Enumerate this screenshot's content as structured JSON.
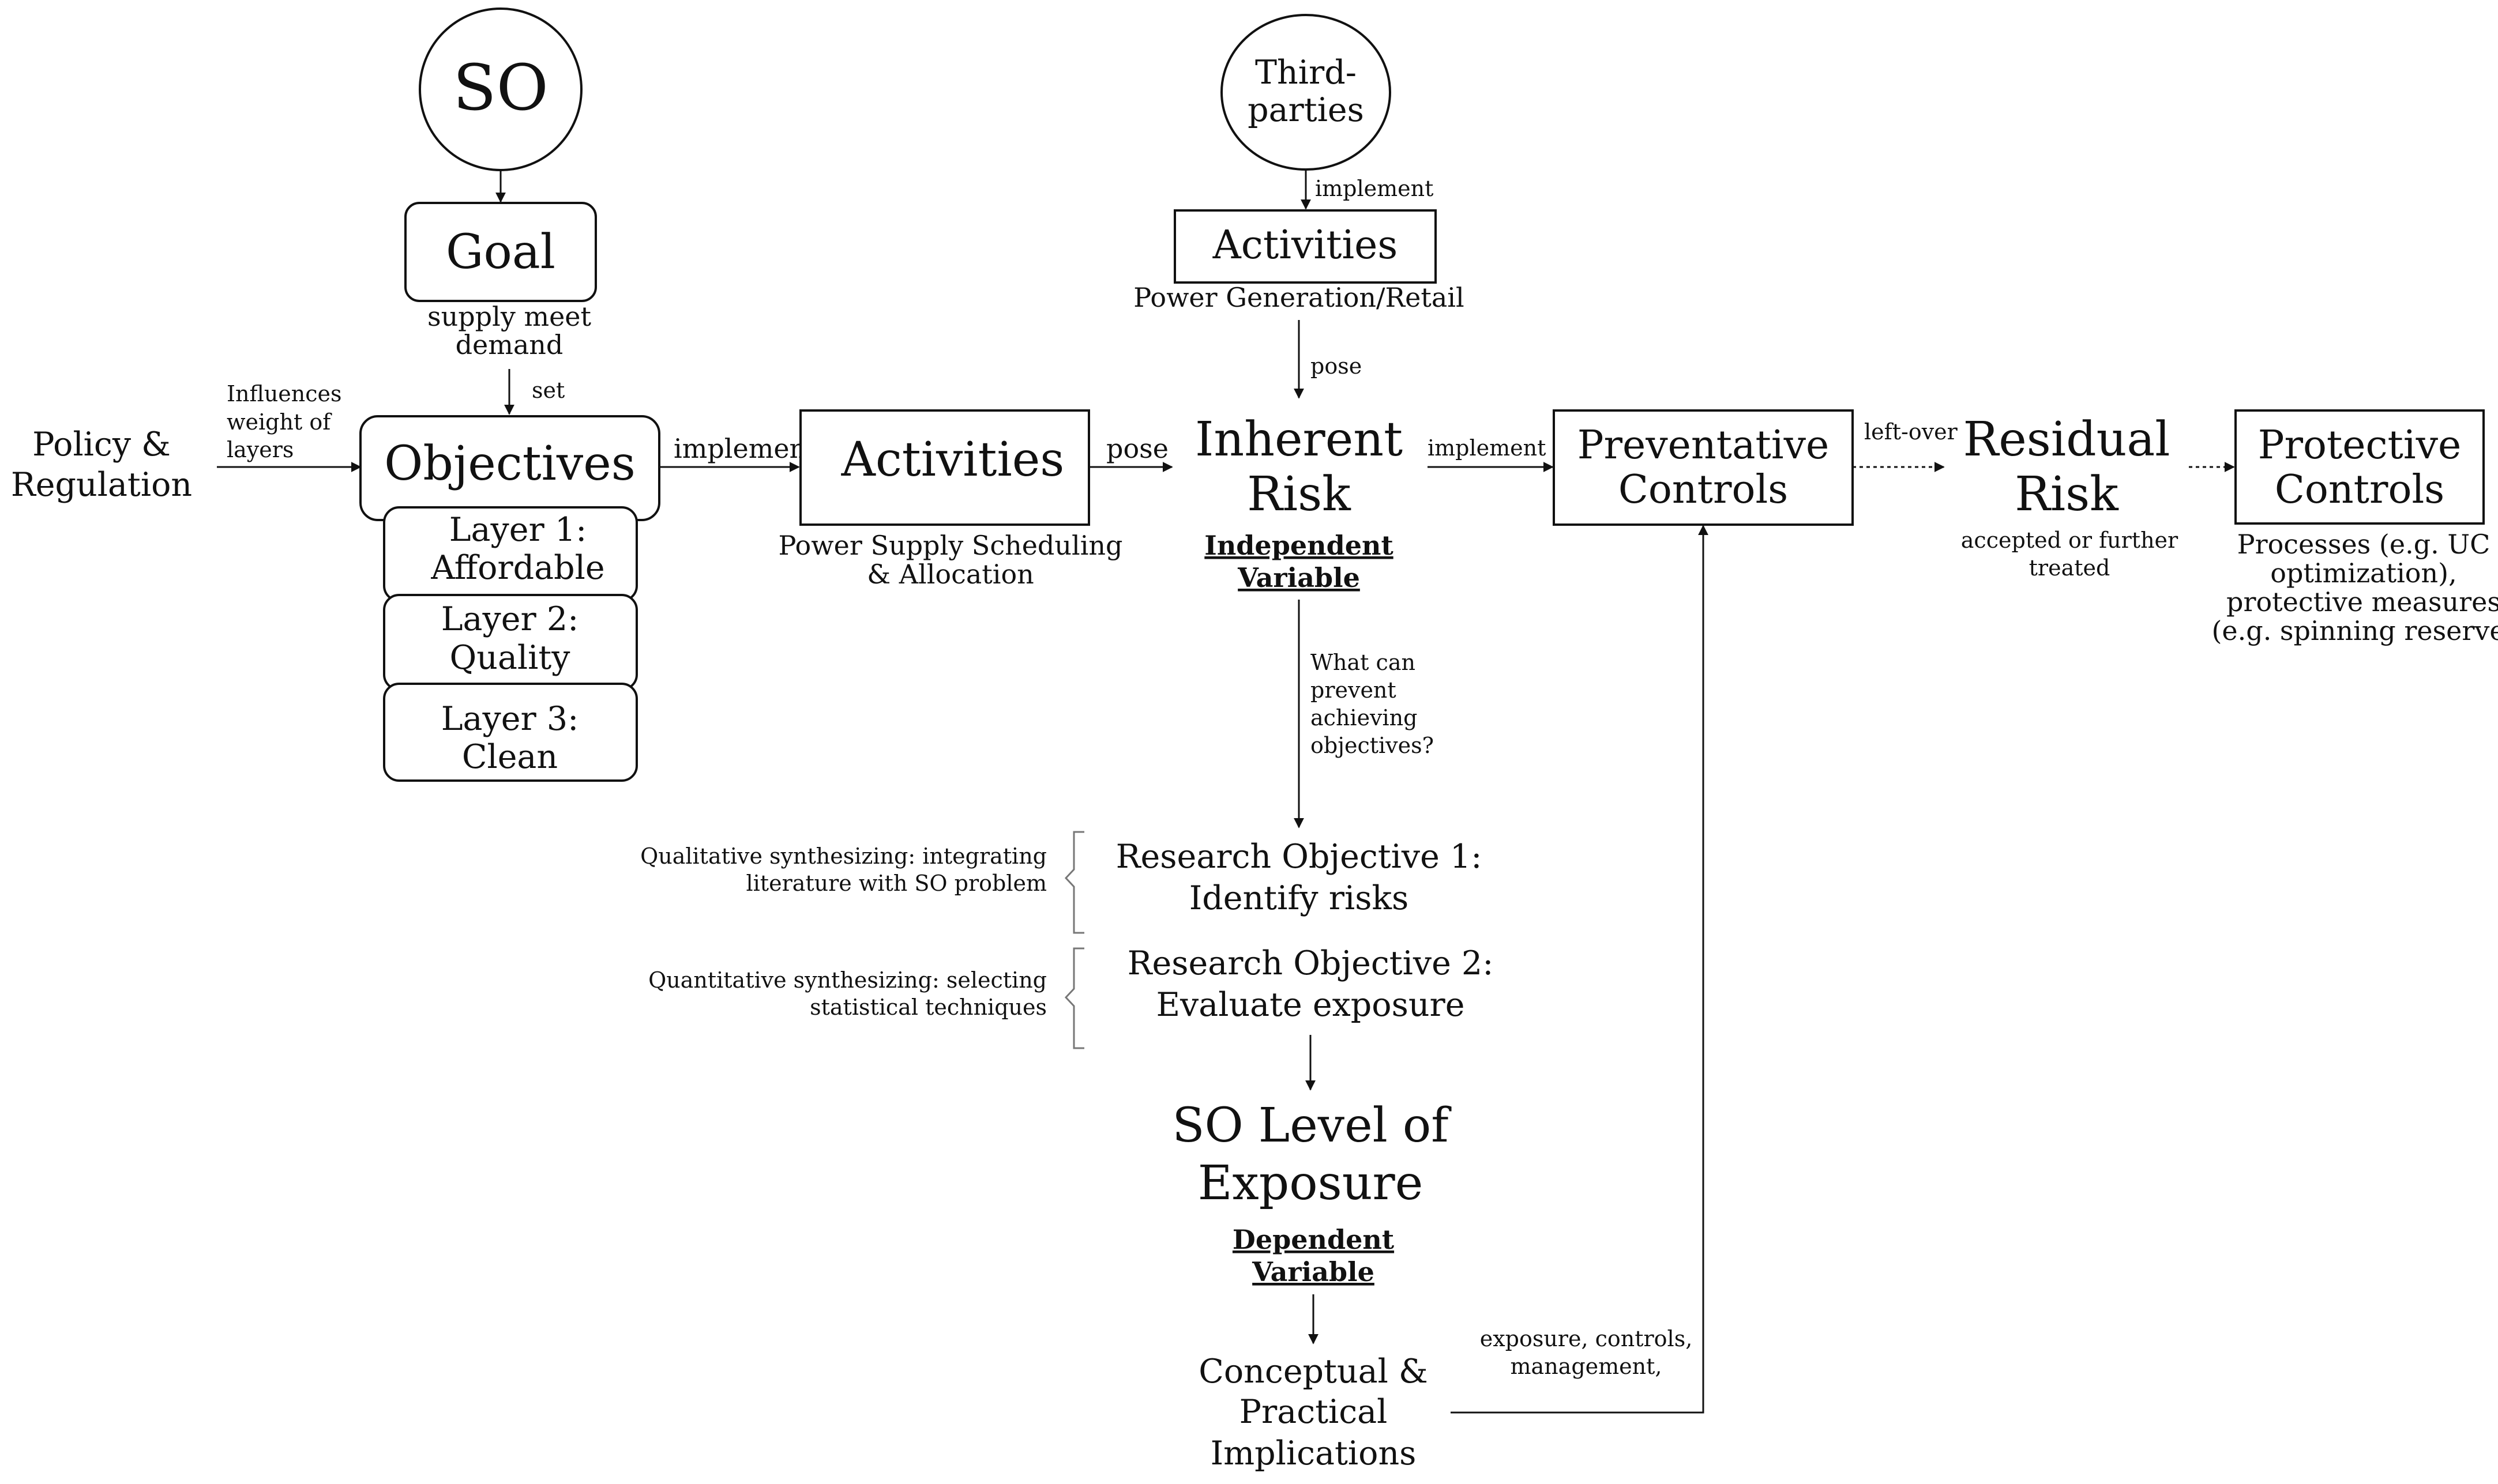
{
  "nodes": {
    "so": "SO",
    "goal": "Goal",
    "goal_caption": [
      "supply meet",
      "demand"
    ],
    "policy": [
      "Policy &",
      "Regulation"
    ],
    "objectives": "Objectives",
    "layers": [
      [
        "Layer 1:",
        "Affordable"
      ],
      [
        "Layer 2:",
        "Quality"
      ],
      [
        "Layer 3:",
        "Clean"
      ]
    ],
    "activities_main": "Activities",
    "activities_main_caption": [
      "Power Supply Scheduling",
      "& Allocation"
    ],
    "third_parties": [
      "Third-",
      "parties"
    ],
    "activities_top": "Activities",
    "activities_top_caption": "Power Generation/Retail",
    "inherent_risk": [
      "Inherent",
      "Risk"
    ],
    "independent_variable": [
      "Independent",
      "Variable"
    ],
    "preventative_controls": [
      "Preventative",
      "Controls"
    ],
    "residual_risk": [
      "Residual",
      "Risk"
    ],
    "residual_caption": [
      "accepted or further",
      "treated"
    ],
    "protective_controls": [
      "Protective",
      "Controls"
    ],
    "protective_caption": [
      "Processes (e.g. UC",
      "optimization),",
      "protective measures",
      "(e.g. spinning reserve)"
    ],
    "research_obj1": [
      "Research Objective 1:",
      "Identify risks"
    ],
    "research_obj2": [
      "Research Objective 2:",
      "Evaluate exposure"
    ],
    "qualitative_note": [
      "Qualitative synthesizing: integrating",
      "literature with SO problem"
    ],
    "quantitative_note": [
      "Quantitative synthesizing: selecting",
      "statistical techniques"
    ],
    "so_level": [
      "SO Level of",
      "Exposure"
    ],
    "dependent_variable": [
      "Dependent",
      "Variable"
    ],
    "implications": [
      "Conceptual &",
      "Practical",
      "Implications"
    ]
  },
  "edge_labels": {
    "implement_third": "implement",
    "pose_top": "pose",
    "set": "set",
    "influences": [
      "Influences",
      "weight of",
      "layers"
    ],
    "implement_obj": "implement",
    "pose_main": "pose",
    "implement_risk": "implement",
    "left_over": "left-over",
    "question": [
      "What can",
      "prevent",
      "achieving",
      "objectives?"
    ],
    "feedback": [
      "exposure, controls,",
      "management,"
    ]
  }
}
